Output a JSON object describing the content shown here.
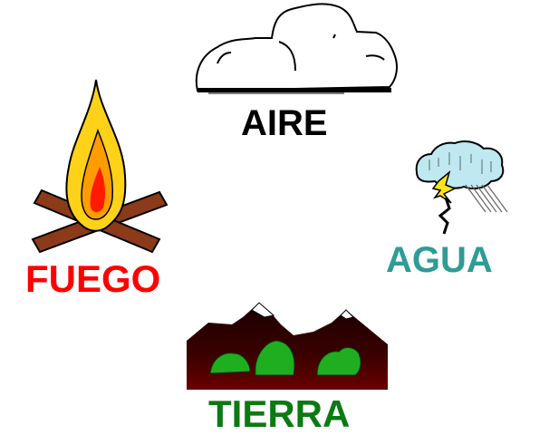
{
  "elements": {
    "aire": {
      "label": "AIRE",
      "icon": "cloud-icon",
      "color": "#000000"
    },
    "fuego": {
      "label": "FUEGO",
      "icon": "campfire-icon",
      "color": "#ff0000"
    },
    "agua": {
      "label": "AGUA",
      "icon": "storm-cloud-icon",
      "color": "#2e9c96"
    },
    "tierra": {
      "label": "TIERRA",
      "icon": "mountains-icon",
      "color": "#0a7a12"
    }
  }
}
